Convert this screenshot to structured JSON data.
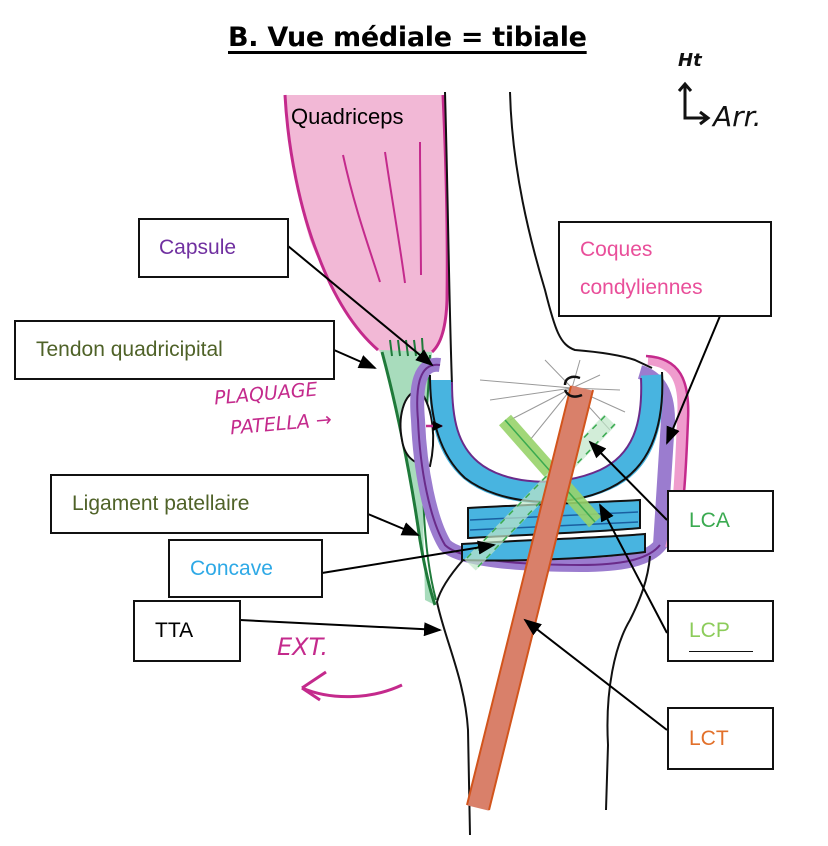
{
  "title": "B. Vue médiale = tibiale",
  "orientation": {
    "up_label": "Ht",
    "right_label": "Arr."
  },
  "annotations": {
    "quadriceps": "Quadriceps",
    "plaquage_line1": "PLAQUAGE",
    "plaquage_line2": "PATELLA →",
    "ext": "EXT."
  },
  "labels": {
    "capsule": {
      "text": "Capsule",
      "color": "#7030a0"
    },
    "tendon_quadricipital": {
      "text": "Tendon quadricipital",
      "color": "#4f6228"
    },
    "ligament_patellaire": {
      "text": "Ligament patellaire",
      "color": "#4f6228"
    },
    "concave": {
      "text": "Concave",
      "color": "#2ea9e6"
    },
    "tta": {
      "text": "TTA",
      "color": "#000000"
    },
    "coques_line1": {
      "text": "Coques",
      "color": "#e94f9a"
    },
    "coques_line2": {
      "text": "condyliennes",
      "color": "#e94f9a"
    },
    "lca": {
      "text": "LCA",
      "color": "#3aaa50"
    },
    "lcp": {
      "text": "LCP",
      "color": "#8ccc5a"
    },
    "lct": {
      "text": "LCT",
      "color": "#e2702a"
    }
  }
}
